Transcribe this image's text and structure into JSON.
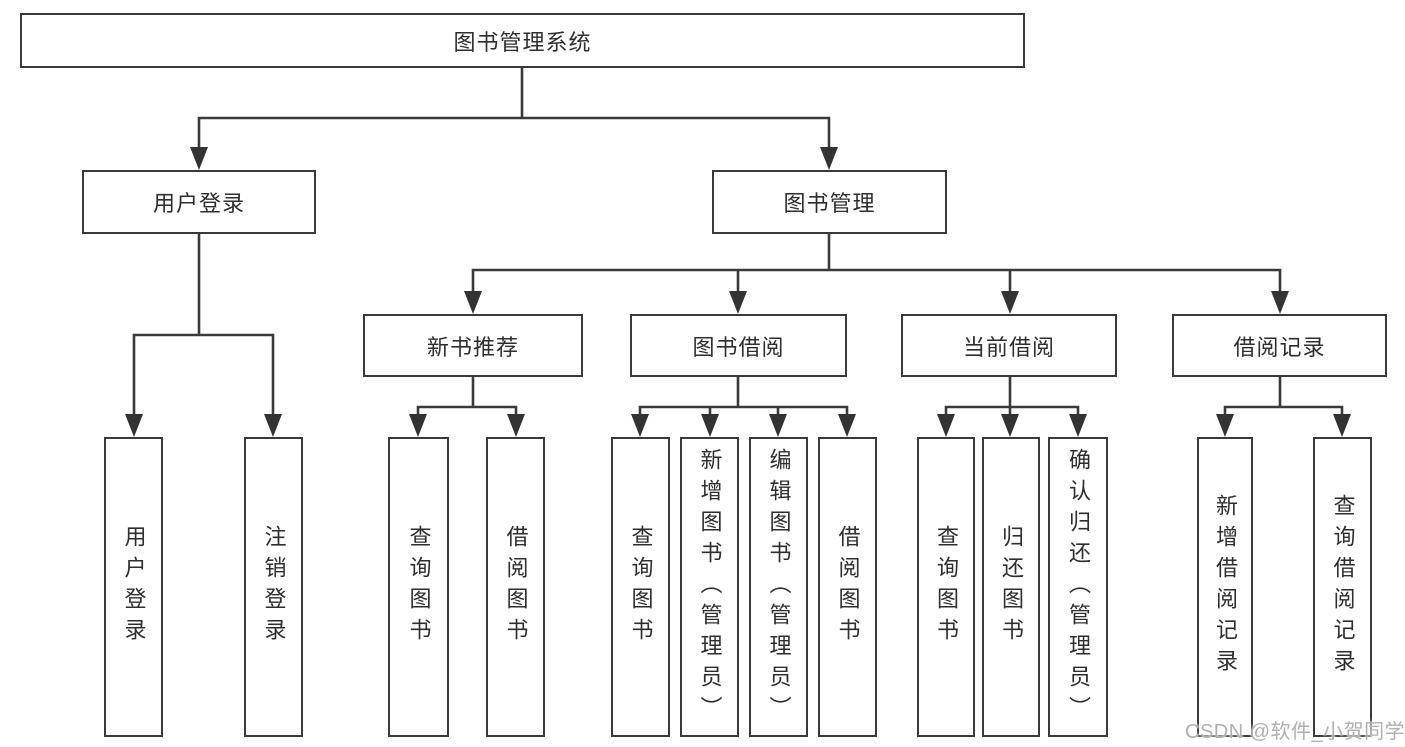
{
  "tree": {
    "root": "图书管理系统",
    "branches": [
      {
        "label": "用户登录",
        "leaves": [
          "用户登录",
          "注销登录"
        ]
      },
      {
        "label": "图书管理",
        "sections": [
          {
            "label": "新书推荐",
            "leaves": [
              "查询图书",
              "借阅图书"
            ]
          },
          {
            "label": "图书借阅",
            "leaves": [
              "查询图书",
              "新增图书（管理员）",
              "编辑图书（管理员）",
              "借阅图书"
            ]
          },
          {
            "label": "当前借阅",
            "leaves": [
              "查询图书",
              "归还图书",
              "确认归还（管理员）"
            ]
          },
          {
            "label": "借阅记录",
            "leaves": [
              "新增借阅记录",
              "查询借阅记录"
            ]
          }
        ]
      }
    ]
  },
  "watermark": "CSDN @软件_小贺同学",
  "colors": {
    "line": "#3a3a3a",
    "box_border": "#3a3a3a",
    "text": "#2e2e2e",
    "watermark": "#b0b0b0",
    "background": "#ffffff"
  }
}
